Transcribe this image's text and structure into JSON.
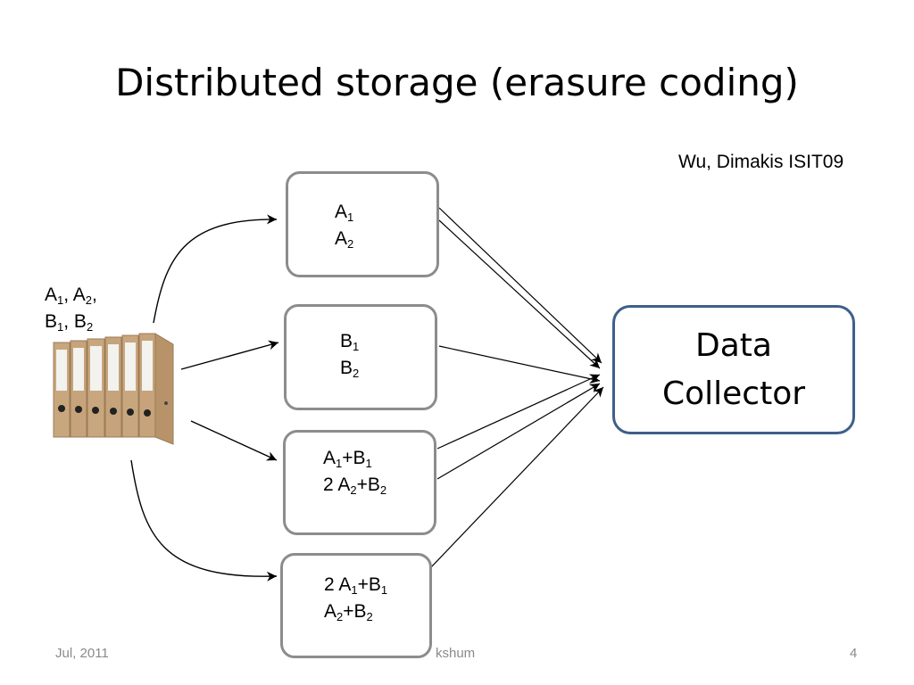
{
  "slide": {
    "title": "Distributed storage (erasure coding)",
    "citation": "Wu, Dimakis ISIT09"
  },
  "source": {
    "label_line1": [
      [
        "A",
        "1"
      ],
      [
        ", A",
        ""
      ],
      [
        "",
        "2"
      ],
      [
        ",",
        ""
      ]
    ],
    "label_line2": [
      [
        "B",
        "1"
      ],
      [
        ", B",
        ""
      ],
      [
        "",
        "2"
      ]
    ]
  },
  "nodes": [
    {
      "lines": [
        [
          [
            "A",
            "1"
          ]
        ],
        [
          [
            "A",
            "2"
          ]
        ]
      ]
    },
    {
      "lines": [
        [
          [
            "B",
            "1"
          ]
        ],
        [
          [
            "B",
            "2"
          ]
        ]
      ]
    },
    {
      "lines": [
        [
          [
            "A",
            "1"
          ],
          [
            "+B",
            "1"
          ]
        ],
        [
          [
            "2 A",
            "2"
          ],
          [
            "+B",
            "2"
          ]
        ]
      ]
    },
    {
      "lines": [
        [
          [
            "2 A",
            "1"
          ],
          [
            "+B",
            "1"
          ]
        ],
        [
          [
            "A",
            "2"
          ],
          [
            "+B",
            "2"
          ]
        ]
      ]
    }
  ],
  "collector": {
    "line1": "Data",
    "line2": "Collector"
  },
  "footer": {
    "date": "Jul, 2011",
    "author": "kshum",
    "page": "4"
  },
  "colors": {
    "node_border": "#8c8c8c",
    "collector_border": "#3e5f8a",
    "footer_text": "#8a8a8a",
    "binder": "#c9a77e"
  }
}
